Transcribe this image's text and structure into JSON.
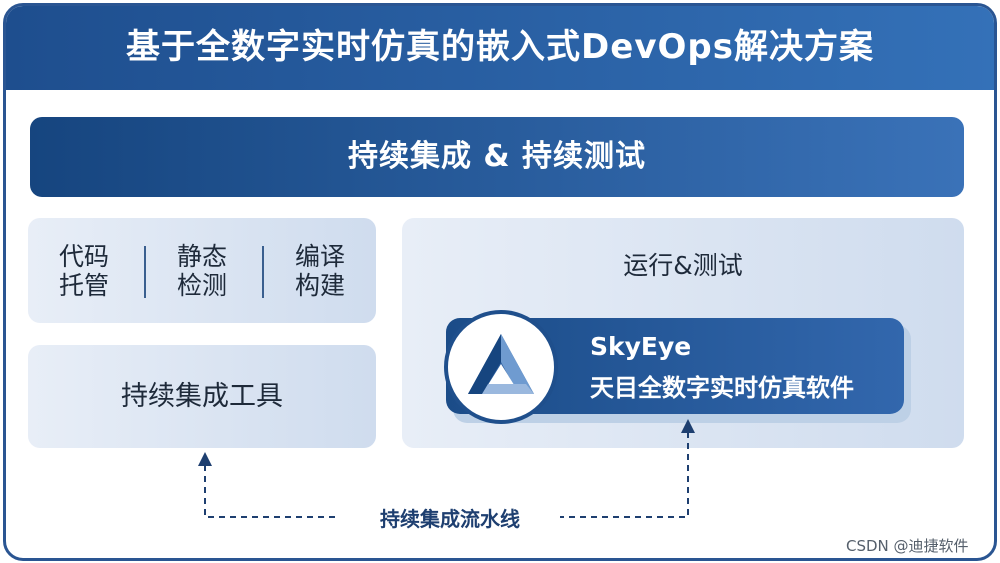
{
  "title": "基于全数字实时仿真的嵌入式DevOps解决方案",
  "ci_bar": "持续集成 & 持续测试",
  "tools": [
    {
      "line1": "代码",
      "line2": "托管"
    },
    {
      "line1": "静态",
      "line2": "检测"
    },
    {
      "line1": "编译",
      "line2": "构建"
    }
  ],
  "ci_tools": "持续集成工具",
  "run_test": "运行&测试",
  "skyeye": {
    "name": "SkyEye",
    "desc": "天目全数字实时仿真软件",
    "logo_icon": "skyeye-triangle-logo"
  },
  "pipeline": "持续集成流水线",
  "watermark": "CSDN @迪捷软件",
  "colors": {
    "header": "#2a5592",
    "accent_dark": "#16457f",
    "accent_light": "#3a72b8",
    "panel": "#dfe7f3",
    "arrow": "#1e3f70"
  }
}
